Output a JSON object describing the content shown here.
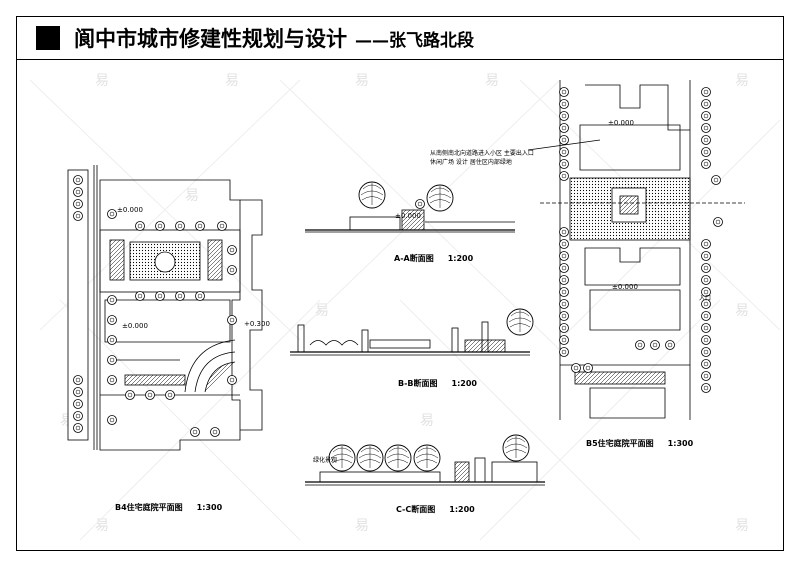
{
  "title": {
    "main": "阆中市城市修建性规划与设计",
    "sub": "——张飞路北段"
  },
  "captions": {
    "b4": {
      "name": "B4住宅庭院平面图",
      "scale": "1:300"
    },
    "aa": {
      "name": "A-A断面图",
      "scale": "1:200"
    },
    "bb": {
      "name": "B-B断面图",
      "scale": "1:200"
    },
    "cc": {
      "name": "C-C断面图",
      "scale": "1:200"
    },
    "b5": {
      "name": "B5住宅庭院平面图",
      "scale": "1:300"
    }
  },
  "labels": {
    "elev_1": "±0.000",
    "elev_2": "±0.000",
    "elev_3": "+0.300",
    "elev_4": "±0.000",
    "elev_5": "±0.000",
    "elev_6": "±0.000",
    "note_1": "从南侧南北向道路进入小区 主要出入口",
    "note_2": "休闲广场 设计 居住区内部绿地",
    "cc_note": "绿化景观",
    "b5_label": "入口"
  },
  "watermark": "易"
}
